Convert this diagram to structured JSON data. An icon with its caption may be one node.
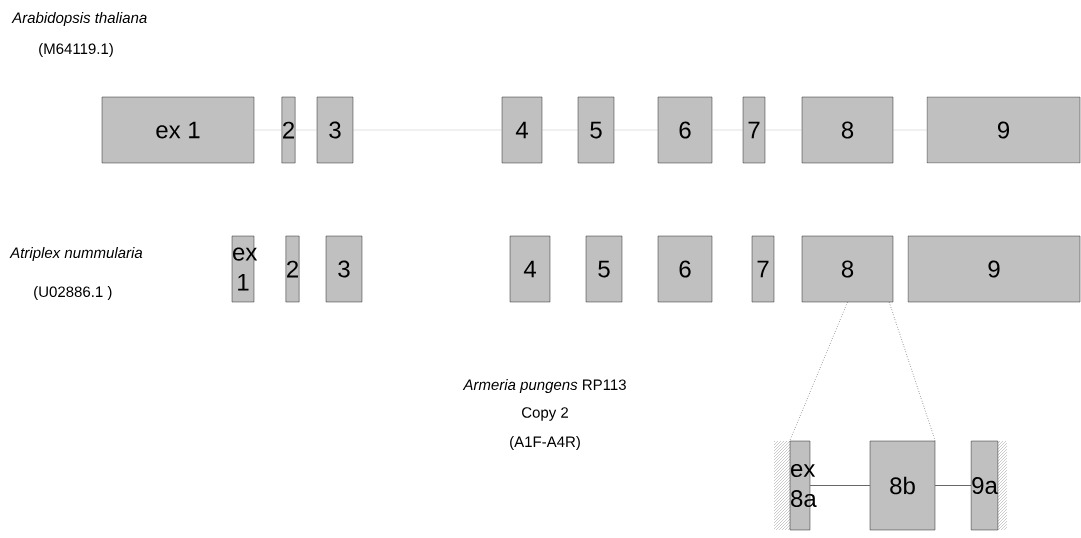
{
  "diagram": {
    "nodes": [
      {
        "text": [
          "ex 1"
        ]
      },
      {
        "text": [
          "2"
        ]
      },
      {
        "text": [
          "3"
        ]
      },
      {
        "text": [
          "4"
        ]
      },
      {
        "text": [
          "5"
        ]
      },
      {
        "text": [
          "6"
        ]
      },
      {
        "text": [
          "7"
        ]
      },
      {
        "text": [
          "8"
        ]
      },
      {
        "text": [
          "9"
        ]
      },
      {
        "text": [
          "ex 1"
        ]
      },
      {
        "text": [
          "2"
        ]
      },
      {
        "text": [
          "3"
        ]
      },
      {
        "text": [
          "4"
        ]
      },
      {
        "text": [
          "5"
        ]
      },
      {
        "text": [
          "6"
        ]
      },
      {
        "text": [
          "7"
        ]
      },
      {
        "text": [
          "8"
        ]
      },
      {
        "text": [
          "9"
        ]
      },
      {
        "text": [
          "ex 8a"
        ]
      },
      {
        "text": [
          "8b"
        ]
      },
      {
        "text": [
          "9a"
        ]
      }
    ],
    "edges": [
      {
        "from": 0,
        "to": 1,
        "arrow": "none"
      },
      {
        "from": 1,
        "to": 2,
        "arrow": "none"
      },
      {
        "from": 2,
        "to": 3,
        "arrow": "none"
      },
      {
        "from": 3,
        "to": 4,
        "arrow": "none"
      },
      {
        "from": 4,
        "to": 5,
        "arrow": "none"
      },
      {
        "from": 5,
        "to": 6,
        "arrow": "none"
      },
      {
        "from": 6,
        "to": 7,
        "arrow": "none"
      },
      {
        "from": 7,
        "to": 8,
        "arrow": "none"
      },
      {
        "from": 16,
        "to": 18,
        "arrow": "none",
        "style": "dashed",
        "color": "#000000"
      },
      {
        "from": 16,
        "to": 19,
        "arrow": "none",
        "style": "dashed",
        "color": "#000000"
      },
      {
        "from": 18,
        "to": 19,
        "arrow": "none",
        "color": "#000000"
      },
      {
        "from": 19,
        "to": 20,
        "arrow": "none",
        "color": "#000000"
      }
    ],
    "labels": [
      "Arabidopsis thaliana",
      "(M64119.1)",
      "Atriplex nummularia",
      "(U02886.1 )",
      "*Armeria pungens* RP113",
      "Copy 2",
      "(A1F-A4R)"
    ]
  }
}
